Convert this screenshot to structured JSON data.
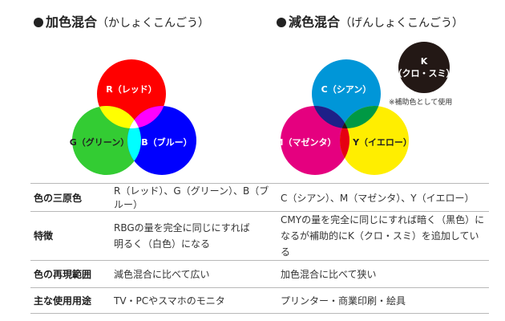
{
  "additive": {
    "title": "加色混合",
    "reading": "（かしょくこんごう）",
    "circles": {
      "red": "R（レッド）",
      "green": "G（グリーン）",
      "blue": "B（ブルー）"
    },
    "colors": {
      "red": "#ff0000",
      "green": "#33cc33",
      "blue": "#0000ff",
      "yellow": "#ffff00",
      "magenta": "#ff00ff",
      "cyan": "#00ffff",
      "white": "#ffffff"
    }
  },
  "subtractive": {
    "title": "減色混合",
    "reading": "（げんしょくこんごう）",
    "circles": {
      "cyan": "C（シアン）",
      "magenta": "M（マゼンタ）",
      "yellow": "Y（イエロー）"
    },
    "colors": {
      "cyan": "#0096d8",
      "magenta": "#e5007f",
      "yellow": "#ffee00",
      "blue": "#1d2088",
      "green": "#009944",
      "red": "#e60012",
      "black": "#231815"
    },
    "black_badge": {
      "line1": "K",
      "line2": "（クロ・スミ）",
      "note": "※補助色として使用",
      "color": "#231815"
    }
  },
  "table": {
    "rows": [
      {
        "header": "色の三原色",
        "additive": "R（レッド）、G（グリーン）、B（ブルー）",
        "subtractive": "C（シアン）、M（マゼンタ）、Y（イエロー）"
      },
      {
        "header": "特徴",
        "additive_lines": [
          "RBGの量を完全に同じにすれば",
          "明るく（白色）になる"
        ],
        "subtractive_lines": [
          "CMYの量を完全に同じにすれば暗く（黒色）に",
          "なるが補助的にK（クロ・スミ）を追加している"
        ]
      },
      {
        "header": "色の再現範囲",
        "additive": "減色混合に比べて広い",
        "subtractive": "加色混合に比べて狭い"
      },
      {
        "header": "主な使用用途",
        "additive": "TV・PCやスマホのモニタ",
        "subtractive": "プリンター・商業印刷・絵具"
      }
    ]
  }
}
